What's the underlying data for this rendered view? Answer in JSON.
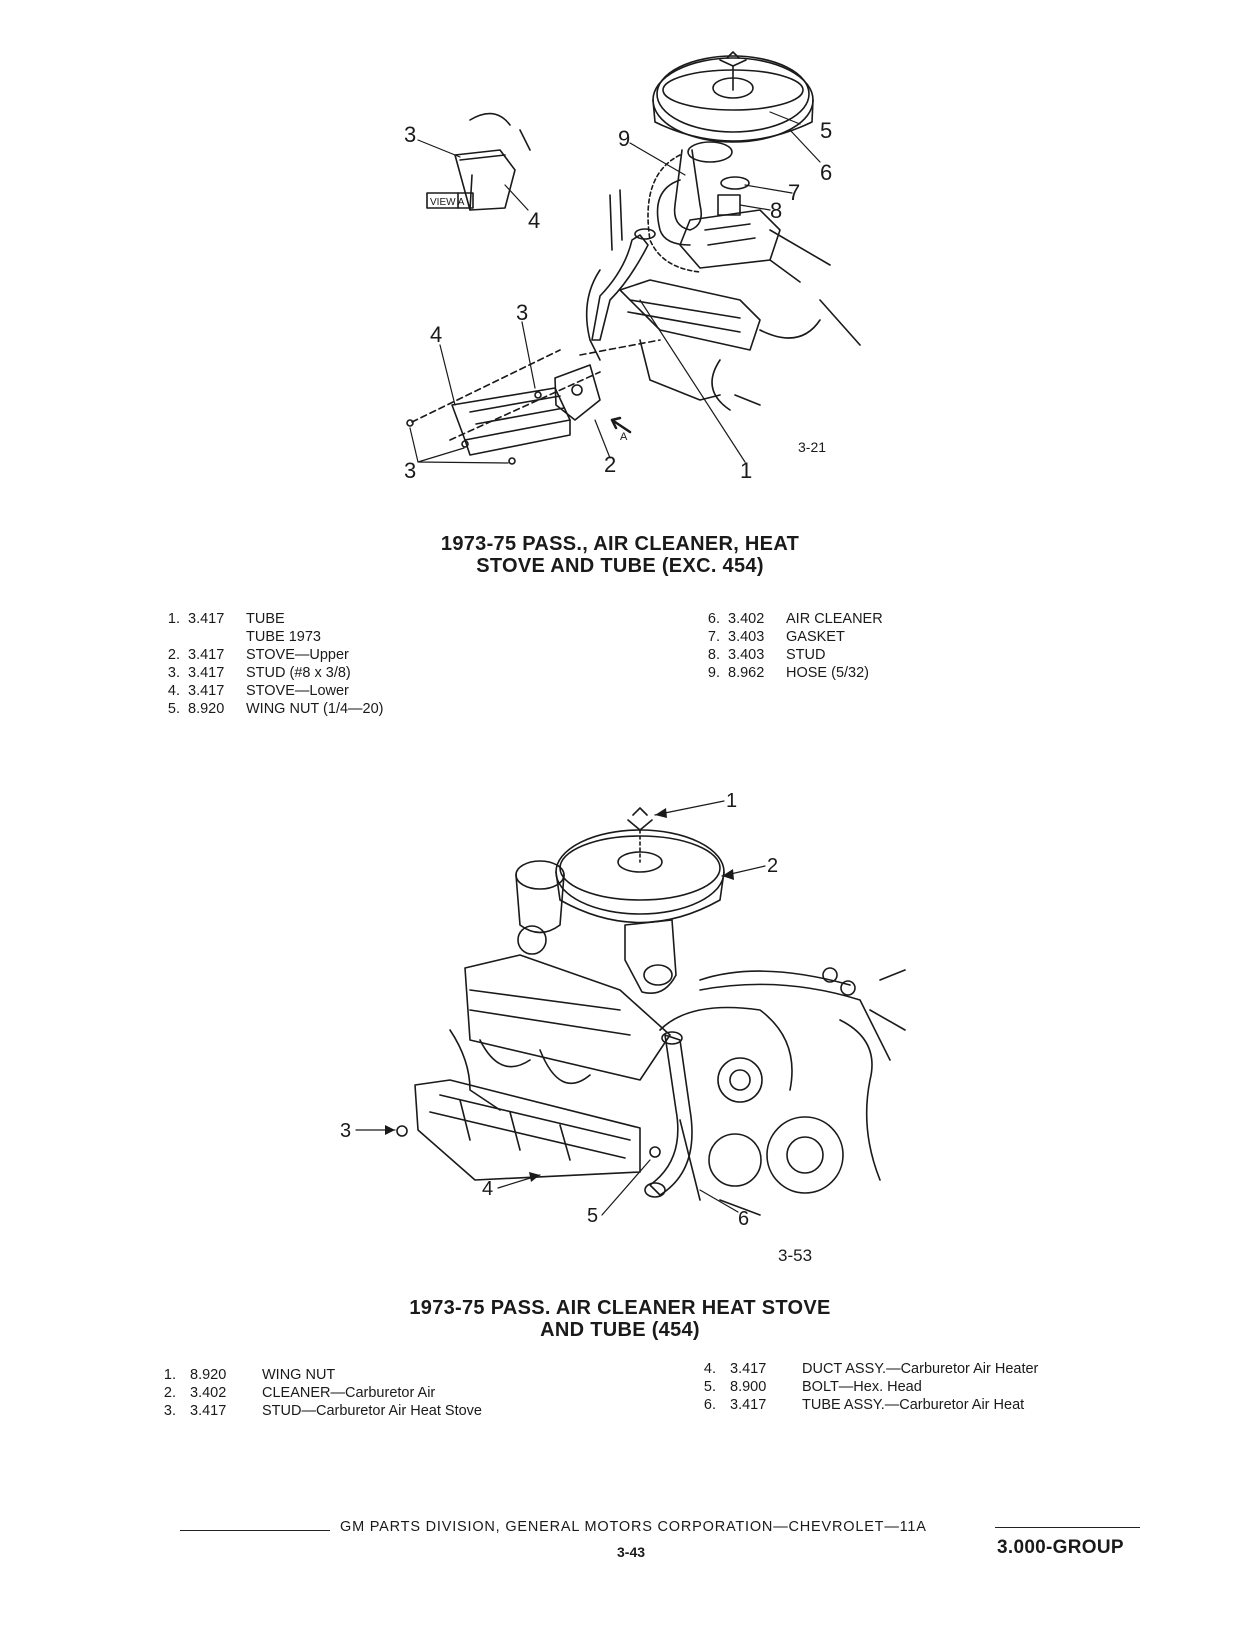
{
  "figure1": {
    "figure_number": "3-21",
    "view_label": "VIEW A",
    "marker_label": "A",
    "callouts": [
      "1",
      "2",
      "3",
      "3",
      "3",
      "4",
      "4",
      "5",
      "6",
      "7",
      "8",
      "9"
    ],
    "caption": [
      "1973-75 PASS., AIR CLEANER, HEAT",
      "STOVE AND TUBE (EXC. 454)"
    ],
    "parts_left": [
      {
        "no": "1.",
        "group": "3.417",
        "desc": "TUBE"
      },
      {
        "no": "",
        "group": "",
        "desc": "TUBE 1973"
      },
      {
        "no": "2.",
        "group": "3.417",
        "desc": "STOVE—Upper"
      },
      {
        "no": "3.",
        "group": "3.417",
        "desc": "STUD (#8 x 3/8)"
      },
      {
        "no": "4.",
        "group": "3.417",
        "desc": "STOVE—Lower"
      },
      {
        "no": "5.",
        "group": "8.920",
        "desc": "WING NUT (1/4—20)"
      }
    ],
    "parts_right": [
      {
        "no": "6.",
        "group": "3.402",
        "desc": "AIR CLEANER"
      },
      {
        "no": "7.",
        "group": "3.403",
        "desc": "GASKET"
      },
      {
        "no": "8.",
        "group": "3.403",
        "desc": "STUD"
      },
      {
        "no": "9.",
        "group": "8.962",
        "desc": "HOSE (5/32)"
      }
    ]
  },
  "figure2": {
    "figure_number": "3-53",
    "callouts": [
      "1",
      "2",
      "3",
      "4",
      "5",
      "6"
    ],
    "caption": [
      "1973-75 PASS. AIR CLEANER HEAT STOVE",
      "AND TUBE (454)"
    ],
    "parts_left": [
      {
        "no": "1.",
        "group": "8.920",
        "desc": "WING NUT"
      },
      {
        "no": "2.",
        "group": "3.402",
        "desc": "CLEANER—Carburetor Air"
      },
      {
        "no": "3.",
        "group": "3.417",
        "desc": "STUD—Carburetor Air Heat Stove"
      }
    ],
    "parts_right": [
      {
        "no": "4.",
        "group": "3.417",
        "desc": "DUCT ASSY.—Carburetor Air Heater"
      },
      {
        "no": "5.",
        "group": "8.900",
        "desc": "BOLT—Hex. Head"
      },
      {
        "no": "6.",
        "group": "3.417",
        "desc": "TUBE ASSY.—Carburetor Air Heat"
      }
    ]
  },
  "footer": {
    "text": "GM PARTS DIVISION, GENERAL MOTORS CORPORATION—CHEVROLET—11A",
    "page_number": "3-43",
    "group_label": "3.000-GROUP"
  }
}
